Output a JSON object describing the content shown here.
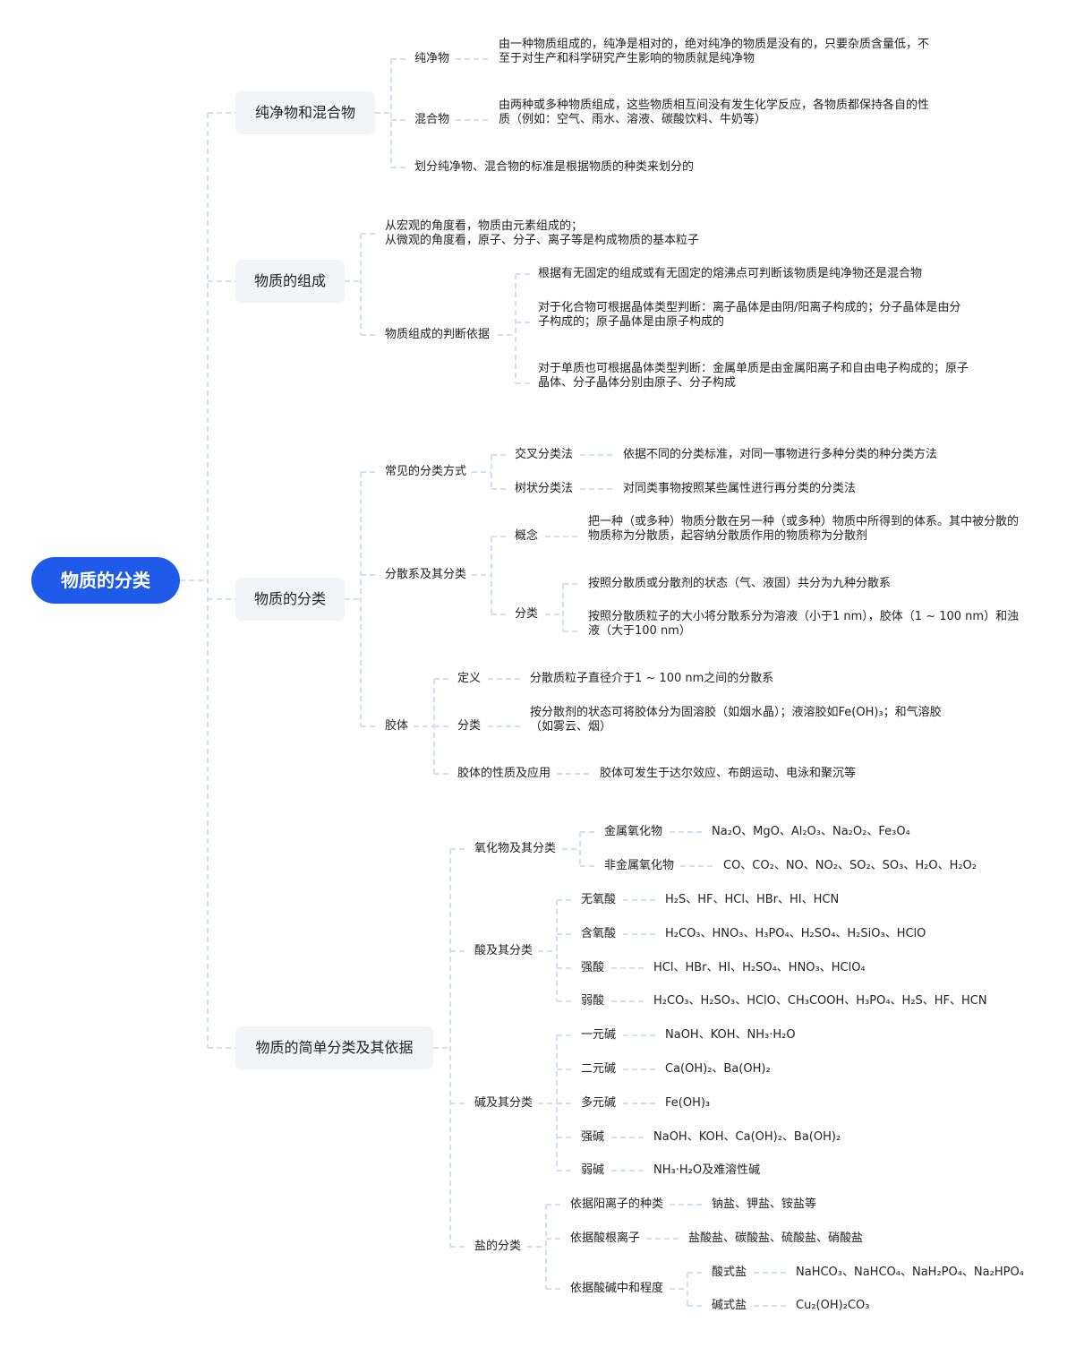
{
  "root": "物质的分类",
  "sections": {
    "s1": {
      "title": "纯净物和混合物",
      "pure": "纯净物",
      "pure_desc": "由一种物质组成的，纯净是相对的，绝对纯净的物质是没有的，只要杂质含量低，不\n至于对生产和科学研究产生影响的物质就是纯净物",
      "mixture": "混合物",
      "mixture_desc": "由两种或多种物质组成，这些物质相互间没有发生化学反应，各物质都保持各自的性\n质（例如：空气、雨水、溶液、碳酸饮料、牛奶等）",
      "standard": "划分纯净物、混合物的标准是根据物质的种类来划分的"
    },
    "s2": {
      "title": "物质的组成",
      "view": "从宏观的角度看，物质由元素组成的；\n从微观的角度看，原子、分子、离子等是构成物质的基本粒子",
      "basis": "物质组成的判断依据",
      "basis_1": "根据有无固定的组成或有无固定的熔沸点可判断该物质是纯净物还是混合物",
      "basis_2": "对于化合物可根据晶体类型判断：离子晶体是由阴/阳离子构成的；分子晶体是由分\n子构成的；原子晶体是由原子构成的",
      "basis_3": "对于单质也可根据晶体类型判断：金属单质是由金属阳离子和自由电子构成的；原子\n晶体、分子晶体分别由原子、分子构成"
    },
    "s3": {
      "title": "物质的分类",
      "methods": "常见的分类方式",
      "cross": "交叉分类法",
      "cross_desc": "依据不同的分类标准，对同一事物进行多种分类的种分类方法",
      "tree": "树状分类法",
      "tree_desc": "对同类事物按照某些属性进行再分类的分类法",
      "dispersion": "分散系及其分类",
      "concept": "概念",
      "concept_desc": "把一种（或多种）物质分散在另一种（或多种）物质中所得到的体系。其中被分散的\n物质称为分散质，起容纳分散质作用的物质称为分散剂",
      "classify": "分类",
      "classify_1": "按照分散质或分散剂的状态（气、液固）共分为九种分散系",
      "classify_2": "按照分散质粒子的大小将分散系分为溶液（小于1 nm），胶体（1 ~ 100 nm）和浊\n液（大于100 nm）",
      "colloid": "胶体",
      "def": "定义",
      "def_desc": "分散质粒子直径介于1 ~ 100 nm之间的分散系",
      "col_cls": "分类",
      "col_cls_desc": "按分散剂的状态可将胶体分为固溶胶（如烟水晶）；液溶胶如Fe(OH)₃；和气溶胶\n（如雾云、烟）",
      "props": "胶体的性质及应用",
      "props_desc": "胶体可发生于达尔效应、布朗运动、电泳和聚沉等"
    },
    "s4": {
      "title": "物质的简单分类及其依据",
      "oxides": "氧化物及其分类",
      "metal_ox": "金属氧化物",
      "metal_ox_ex": "Na₂O、MgO、Al₂O₃、Na₂O₂、Fe₃O₄",
      "nonmetal_ox": "非金属氧化物",
      "nonmetal_ox_ex": "CO、CO₂、NO、NO₂、SO₂、SO₃、H₂O、H₂O₂",
      "acids": "酸及其分类",
      "anoxy": "无氧酸",
      "anoxy_ex": "H₂S、HF、HCl、HBr、HI、HCN",
      "oxy": "含氧酸",
      "oxy_ex": "H₂CO₃、HNO₃、H₃PO₄、H₂SO₄、H₂SiO₃、HClO",
      "strong_acid": "强酸",
      "strong_acid_ex": "HCl、HBr、HI、H₂SO₄、HNO₃、HClO₄",
      "weak_acid": "弱酸",
      "weak_acid_ex": "H₂CO₃、H₂SO₃、HClO、CH₃COOH、H₃PO₄、H₂S、HF、HCN",
      "bases": "碱及其分类",
      "mono": "一元碱",
      "mono_ex": "NaOH、KOH、NH₃·H₂O",
      "di": "二元碱",
      "di_ex": "Ca(OH)₂、Ba(OH)₂",
      "poly": "多元碱",
      "poly_ex": "Fe(OH)₃",
      "strong_base": "强碱",
      "strong_base_ex": "NaOH、KOH、Ca(OH)₂、Ba(OH)₂",
      "weak_base": "弱碱",
      "weak_base_ex": "NH₃·H₂O及难溶性碱",
      "salts": "盐的分类",
      "by_cation": "依据阳离子的种类",
      "by_cation_ex": "钠盐、钾盐、铵盐等",
      "by_anion": "依据酸根离子",
      "by_anion_ex": "盐酸盐、碳酸盐、硫酸盐、硝酸盐",
      "by_neutral": "依据酸碱中和程度",
      "acid_salt": "酸式盐",
      "acid_salt_ex": "NaHCO₃、NaHCO₄、NaH₂PO₄、Na₂HPO₄",
      "basic_salt": "碱式盐",
      "basic_salt_ex": "Cu₂(OH)₂CO₃"
    }
  },
  "colors": {
    "root_fill": "#1f5be8",
    "topic_fill": "#f3f4f7",
    "connector": "#d3def2"
  }
}
